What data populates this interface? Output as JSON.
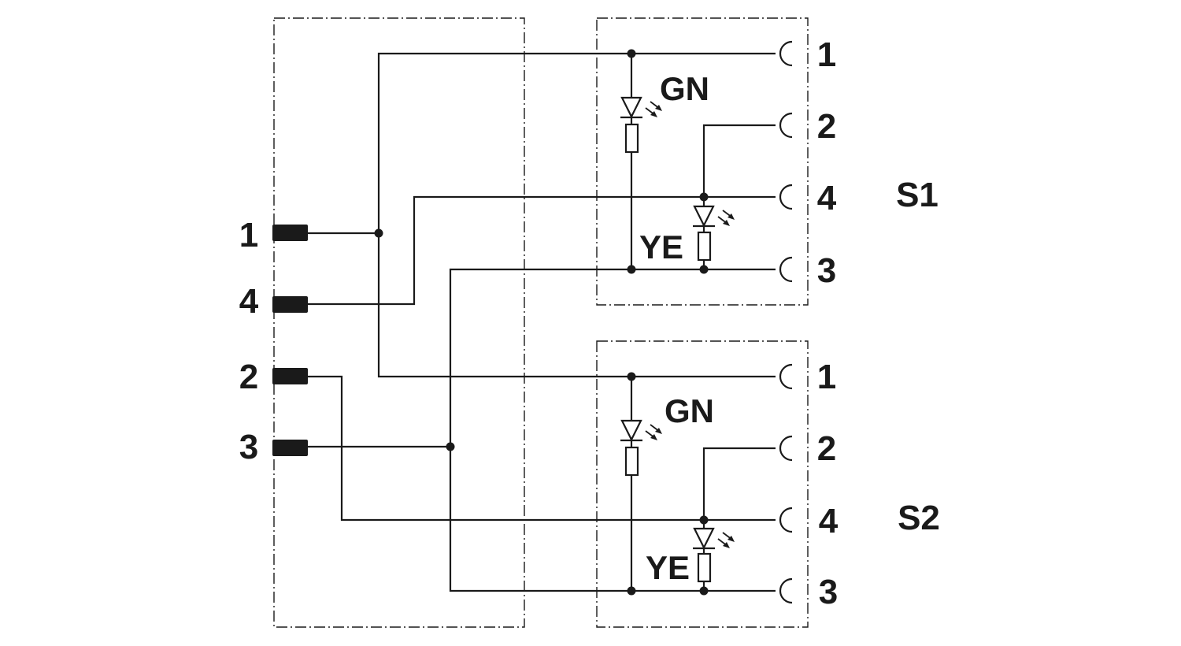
{
  "input_pins": [
    "1",
    "4",
    "2",
    "3"
  ],
  "splitter_1": {
    "name": "S1",
    "pins": [
      "1",
      "2",
      "4",
      "3"
    ],
    "led_green": "GN",
    "led_yellow": "YE"
  },
  "splitter_2": {
    "name": "S2",
    "pins": [
      "1",
      "2",
      "4",
      "3"
    ],
    "led_green": "GN",
    "led_yellow": "YE"
  },
  "colors": {
    "line": "#1a1a1a",
    "background": "#ffffff"
  }
}
